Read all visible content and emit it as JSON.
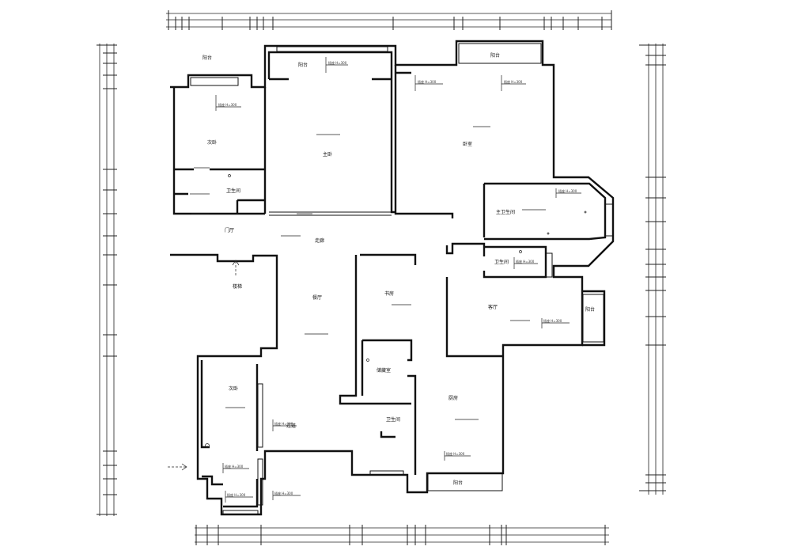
{
  "rooms": [
    {
      "id": "bedroom_top_left",
      "label": "次卧"
    },
    {
      "id": "bathroom_left",
      "label": "卫生间"
    },
    {
      "id": "entry_hall",
      "label": "门厅"
    },
    {
      "id": "master_bedroom_center",
      "label": "主卧"
    },
    {
      "id": "balcony_top_center",
      "label": "阳台"
    },
    {
      "id": "bedroom_top_right",
      "label": "卧室"
    },
    {
      "id": "master_bath",
      "label": "主卫生间"
    },
    {
      "id": "corridor",
      "label": "走廊"
    },
    {
      "id": "stair",
      "label": "楼梯"
    },
    {
      "id": "bath_small",
      "label": "卫生间"
    },
    {
      "id": "living_room",
      "label": "客厅"
    },
    {
      "id": "study",
      "label": "书房"
    },
    {
      "id": "storage",
      "label": "储藏室"
    },
    {
      "id": "dining",
      "label": "餐厅"
    },
    {
      "id": "toilet",
      "label": "卫生间"
    },
    {
      "id": "kitchen",
      "label": "厨房"
    },
    {
      "id": "balcony_bottom",
      "label": "阳台"
    },
    {
      "id": "garden_balcony",
      "label": "阳台"
    },
    {
      "id": "living_corridor",
      "label": "过道"
    }
  ],
  "notes": {
    "socket_note": "插座 H=300"
  }
}
